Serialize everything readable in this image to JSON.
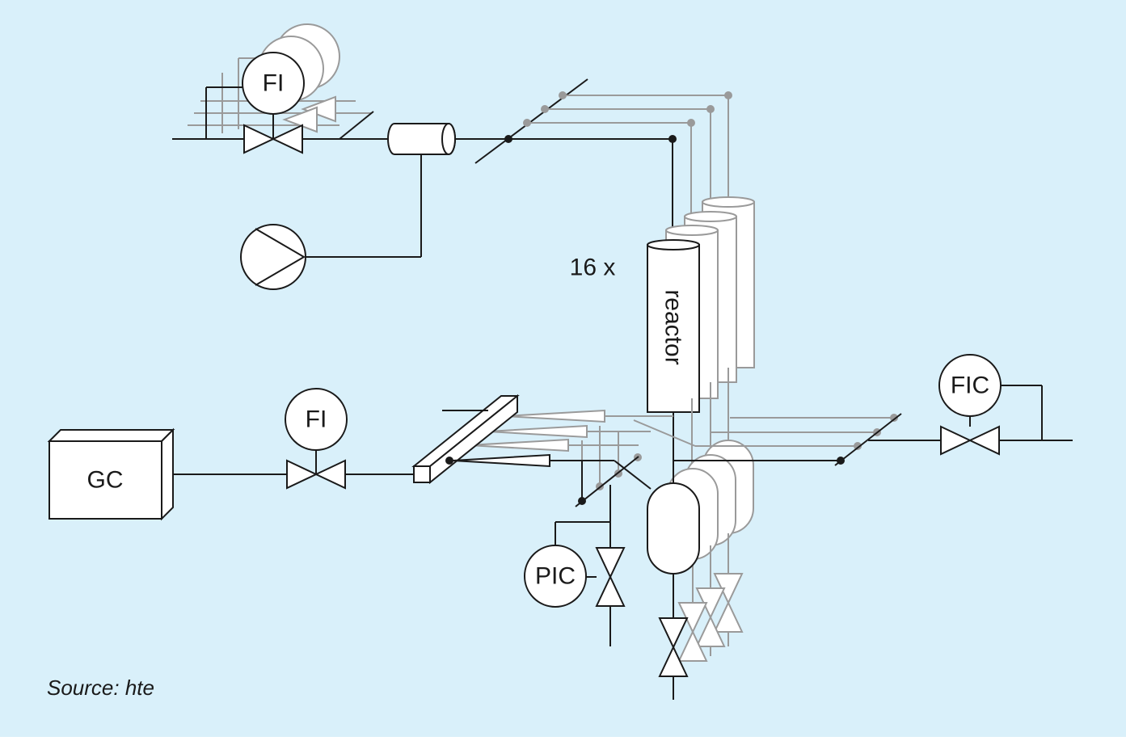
{
  "labels": {
    "fi_top": "FI",
    "fi_bottom": "FI",
    "fic": "FIC",
    "pic": "PIC",
    "gc": "GC",
    "reactor": "reactor",
    "multiplier": "16 x"
  },
  "source": "Source: hte",
  "colors": {
    "background": "#d9f0fa",
    "line": "#1a1a1a",
    "ghost": "#9a9a9a"
  }
}
